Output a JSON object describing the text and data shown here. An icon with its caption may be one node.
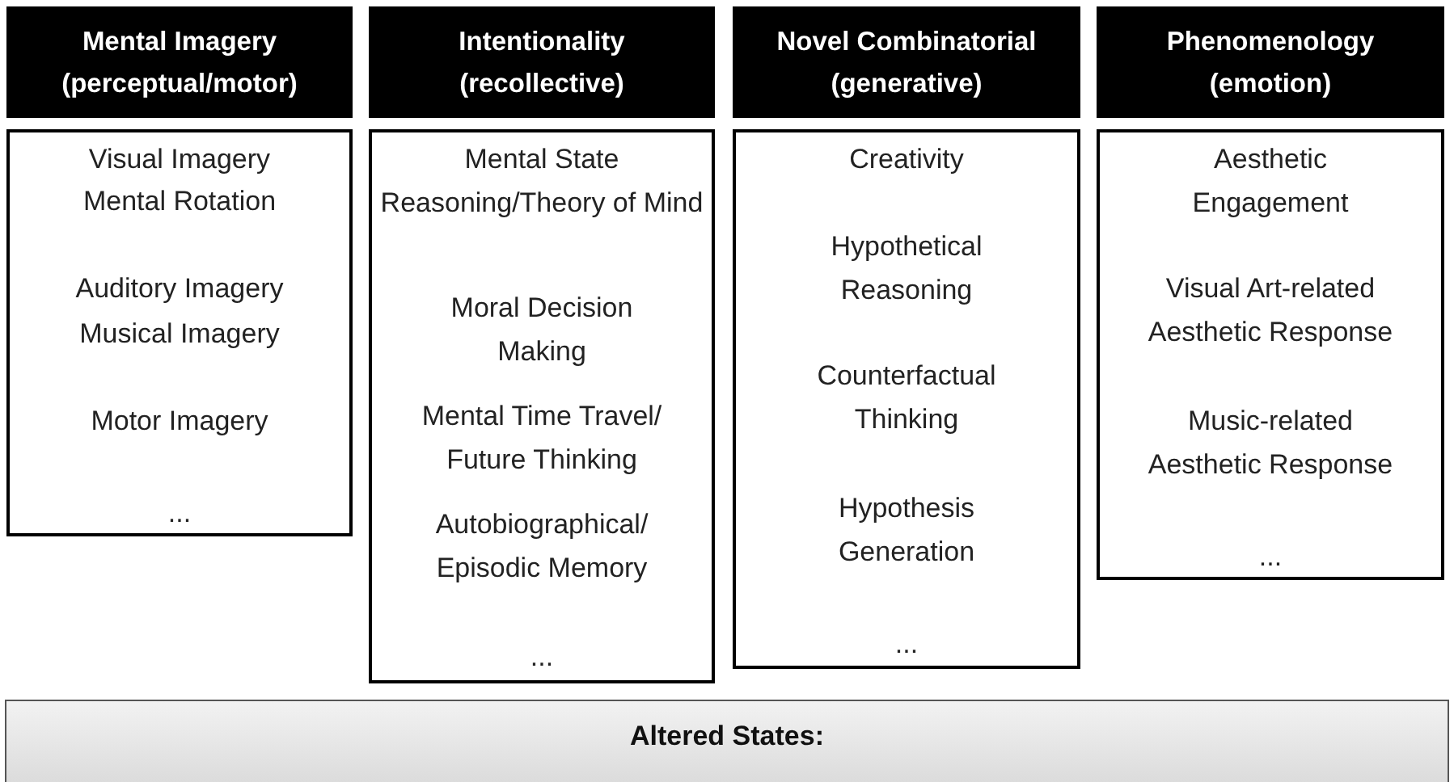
{
  "diagram": {
    "nodes": [
      {
        "text": [
          "Mental Imagery",
          "(perceptual/motor)"
        ]
      },
      {
        "text": [
          "Intentionality",
          "(recollective)"
        ]
      },
      {
        "text": [
          "Novel Combinatorial",
          "(generative)"
        ]
      },
      {
        "text": [
          "Phenomenology",
          "(emotion)"
        ]
      },
      {
        "text": [
          "Visual Imagery",
          "Mental Rotation",
          "Auditory Imagery",
          "Musical Imagery",
          "Motor Imagery",
          "..."
        ]
      },
      {
        "text": [
          "Mental State Reasoning/Theory of Mind",
          "Moral Decision Making",
          "Mental Time Travel/ Future Thinking",
          "Autobiographical/ Episodic Memory",
          "..."
        ]
      },
      {
        "text": [
          "Creativity",
          "Hypothetical Reasoning",
          "Counterfactual Thinking",
          "Hypothesis Generation",
          "..."
        ]
      },
      {
        "text": [
          "Aesthetic Engagement",
          "Visual Art-related Aesthetic Response",
          "Music-related Aesthetic Response",
          "..."
        ]
      },
      {
        "text": [
          "Altered States:"
        ]
      }
    ]
  }
}
